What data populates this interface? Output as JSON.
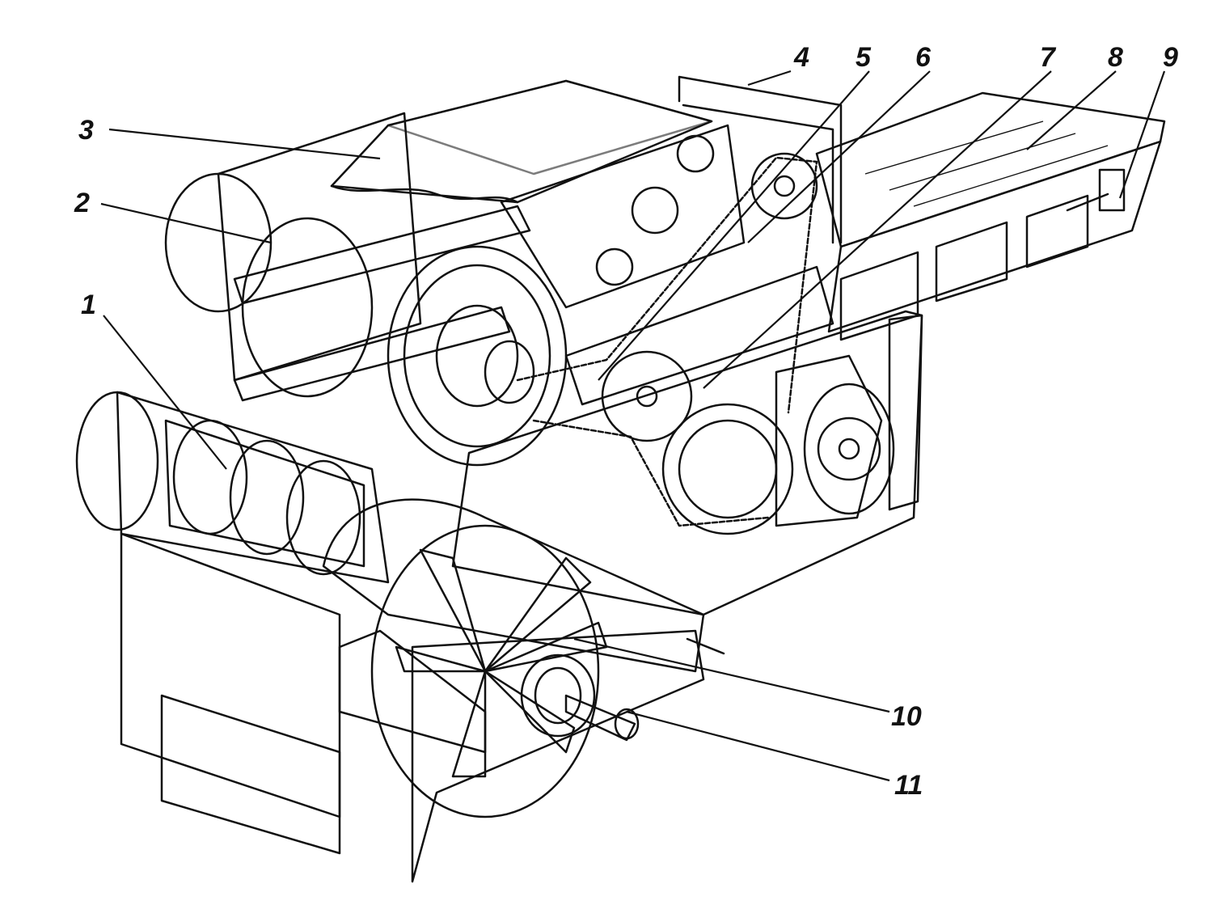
{
  "figure": {
    "labels": [
      {
        "id": "1",
        "text": "1"
      },
      {
        "id": "2",
        "text": "2"
      },
      {
        "id": "3",
        "text": "3"
      },
      {
        "id": "4",
        "text": "4"
      },
      {
        "id": "5",
        "text": "5"
      },
      {
        "id": "6",
        "text": "6"
      },
      {
        "id": "7",
        "text": "7"
      },
      {
        "id": "8",
        "text": "8"
      },
      {
        "id": "9",
        "text": "9"
      },
      {
        "id": "10",
        "text": "10"
      },
      {
        "id": "11",
        "text": "11"
      }
    ]
  },
  "colors": {
    "ink": "#111111",
    "paper": "#ffffff"
  }
}
